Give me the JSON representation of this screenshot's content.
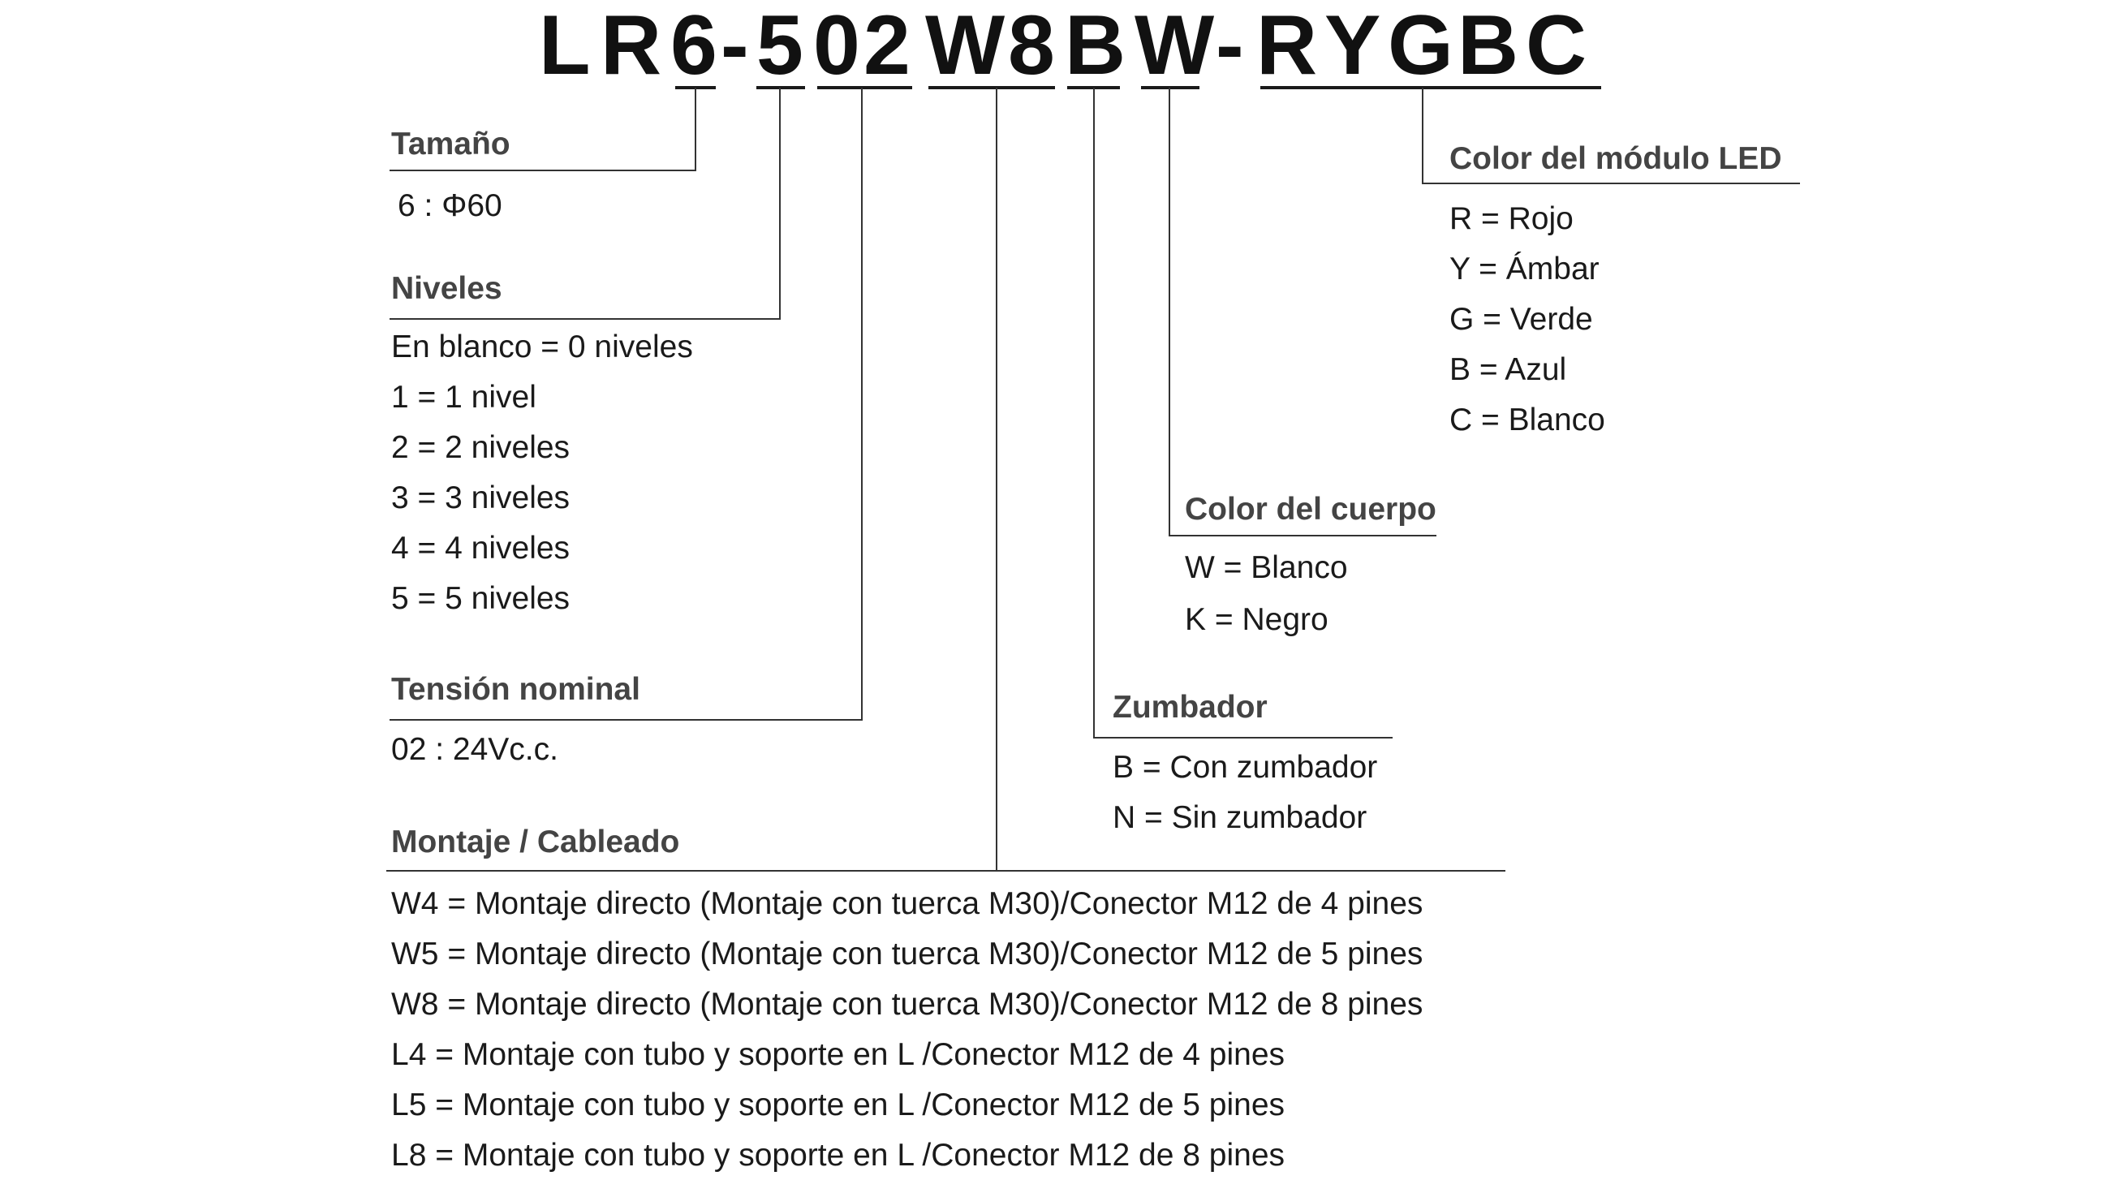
{
  "code": {
    "characters": [
      "L",
      "R",
      "6",
      "-",
      "5",
      "0",
      "2",
      "W",
      "8",
      "B",
      "W",
      "-",
      "R",
      "Y",
      "G",
      "B",
      "C"
    ]
  },
  "sections": {
    "size": {
      "heading": "Tamaño",
      "items": [
        "6 :  Φ60"
      ]
    },
    "levels": {
      "heading": "Niveles",
      "items": [
        "En blanco = 0 niveles",
        "1 = 1 nivel",
        "2 = 2 niveles",
        "3 = 3 niveles",
        "4 = 4 niveles",
        "5 = 5 niveles"
      ]
    },
    "voltage": {
      "heading": "Tensión nominal",
      "items": [
        "02 : 24Vc.c."
      ]
    },
    "mounting": {
      "heading": "Montaje / Cableado",
      "items": [
        "W4 = Montaje directo (Montaje con tuerca M30)/Conector M12 de 4 pines",
        "W5 = Montaje directo (Montaje con tuerca M30)/Conector M12 de 5 pines",
        "W8 = Montaje directo (Montaje con tuerca M30)/Conector M12 de 8 pines",
        "L4 = Montaje con tubo y soporte en L /Conector M12 de 4 pines",
        "L5 = Montaje con tubo y soporte en L /Conector M12 de 5 pines",
        "L8 = Montaje con tubo y soporte en L /Conector M12 de 8 pines"
      ]
    },
    "buzzer": {
      "heading": "Zumbador",
      "items": [
        "B = Con zumbador",
        "N = Sin zumbador"
      ]
    },
    "body_color": {
      "heading": "Color del cuerpo",
      "items": [
        "W = Blanco",
        "K = Negro"
      ]
    },
    "led_color": {
      "heading": "Color  del módulo LED",
      "items": [
        "R = Rojo",
        "Y = Ámbar",
        "G = Verde",
        "B = Azul",
        "C = Blanco"
      ]
    }
  }
}
